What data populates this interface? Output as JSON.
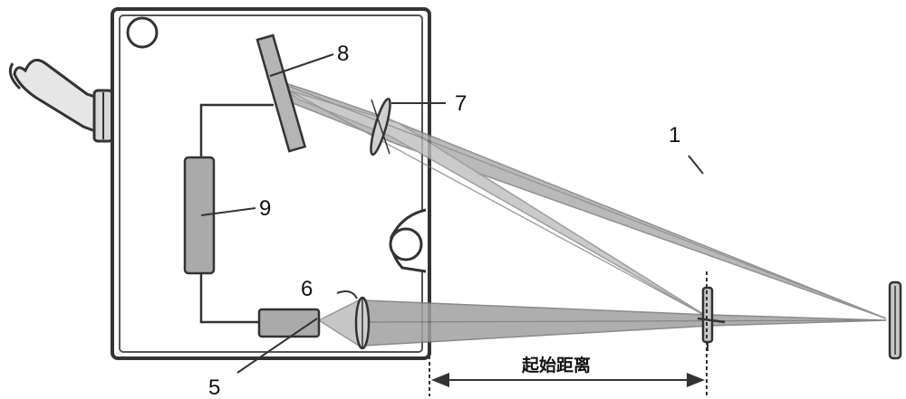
{
  "labels": {
    "l1": "1",
    "l5": "5",
    "l6": "6",
    "l7": "7",
    "l8": "8",
    "l9": "9"
  },
  "dimension": {
    "text": "起始距离"
  },
  "colors": {
    "outline": "#333333",
    "component_fill": "#aaaaaa",
    "beam": "#9a9a9a"
  }
}
